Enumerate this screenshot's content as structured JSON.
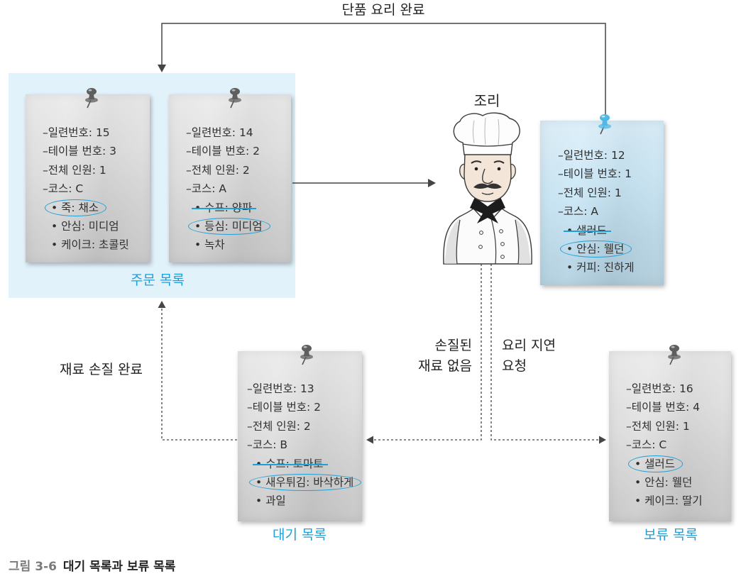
{
  "colors": {
    "accent": "#1f9fd8",
    "order_list_background": "#e2f2fa",
    "paper": "#dddddd",
    "cooking_paper": "#c4e4f5",
    "connector": "#454545",
    "gray_pin": "#5e5e5e",
    "blue_pin": "#4fb8e4",
    "caption_number": "#7a7a7a"
  },
  "transitions": {
    "single_dish_done": "단품 요리 완료",
    "ingredients_prepped": "재료 손질 완료",
    "no_prepped_ingredients": [
      "손질된",
      "재료 없음"
    ],
    "delay_request": [
      "요리 지연",
      "요청"
    ]
  },
  "order_list": {
    "label": "주문 목록",
    "tickets": [
      {
        "serial": "–일련번호: 15",
        "table": "–테이블 번호: 3",
        "guests": "–전체 인원: 1",
        "course": "–코스: C",
        "items": [
          {
            "text": "• 죽: 채소",
            "circled": true,
            "struck": false
          },
          {
            "text": "• 안심: 미디엄",
            "circled": false,
            "struck": false
          },
          {
            "text": "• 케이크: 초콜릿",
            "circled": false,
            "struck": false
          }
        ]
      },
      {
        "serial": "–일련번호: 14",
        "table": "–테이블 번호: 2",
        "guests": "–전체 인원: 2",
        "course": "–코스: A",
        "items": [
          {
            "text": "• 수프: 양파",
            "circled": false,
            "struck": true
          },
          {
            "text": "• 등심: 미디엄",
            "circled": true,
            "struck": false
          },
          {
            "text": "• 녹차",
            "circled": false,
            "struck": false
          }
        ]
      }
    ]
  },
  "cooking": {
    "label": "조리",
    "ticket": {
      "serial": "–일련번호: 12",
      "table": "–테이블 번호: 1",
      "guests": "–전체 인원: 1",
      "course": "–코스: A",
      "items": [
        {
          "text": "• 샐러드",
          "circled": false,
          "struck": true
        },
        {
          "text": "• 안심: 웰던",
          "circled": true,
          "struck": false
        },
        {
          "text": "• 커피: 진하게",
          "circled": false,
          "struck": false
        }
      ]
    }
  },
  "waiting_list": {
    "label": "대기 목록",
    "ticket": {
      "serial": "–일련번호: 13",
      "table": "–테이블 번호: 2",
      "guests": "–전체 인원: 2",
      "course": "–코스: B",
      "items": [
        {
          "text": "• 수프: 토마토",
          "circled": false,
          "struck": true
        },
        {
          "text": "• 새우튀김: 바삭하게",
          "circled": true,
          "struck": false
        },
        {
          "text": "• 과일",
          "circled": false,
          "struck": false
        }
      ]
    }
  },
  "hold_list": {
    "label": "보류 목록",
    "ticket": {
      "serial": "–일련번호: 16",
      "table": "–테이블 번호: 4",
      "guests": "–전체 인원: 1",
      "course": "–코스: C",
      "items": [
        {
          "text": "• 샐러드",
          "circled": true,
          "struck": false
        },
        {
          "text": "• 안심: 웰던",
          "circled": false,
          "struck": false
        },
        {
          "text": "• 케이크: 딸기",
          "circled": false,
          "struck": false
        }
      ]
    }
  },
  "caption": {
    "number": "그림 3-6",
    "title": "대기 목록과 보류 목록"
  }
}
